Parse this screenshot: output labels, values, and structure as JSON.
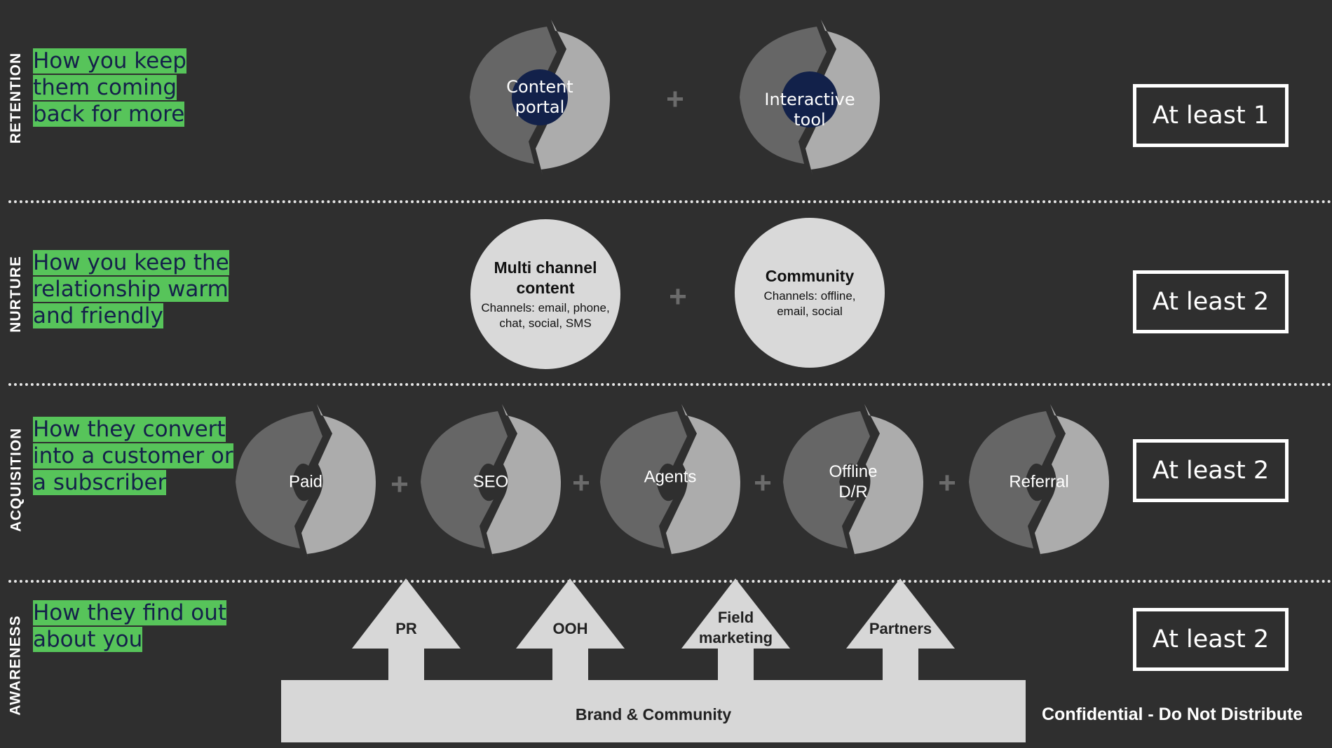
{
  "rows": {
    "retention": {
      "label": "RETENTION",
      "description": "How you keep them coming back for more",
      "requirement": "At least 1",
      "items": [
        "Content portal",
        "Interactive tool"
      ]
    },
    "nurture": {
      "label": "NURTURE",
      "description": "How you keep the relationship warm and friendly",
      "requirement": "At least 2",
      "items": [
        {
          "title": "Multi channel content",
          "channels": "Channels: email, phone, chat, social, SMS"
        },
        {
          "title": "Community",
          "channels": "Channels: offline, email, social"
        }
      ]
    },
    "acquisition": {
      "label": "ACQUISITION",
      "description": "How they convert into a customer or a subscriber",
      "requirement": "At least 2",
      "items": [
        "Paid",
        "SEO",
        "Agents",
        "Offline D/R",
        "Referral"
      ]
    },
    "awareness": {
      "label": "AWARENESS",
      "description": "How they find out about you",
      "requirement": "At least 2",
      "items": [
        "PR",
        "OOH",
        "Field marketing",
        "Partners"
      ],
      "base": "Brand & Community"
    }
  },
  "plus_symbol": "+",
  "footer": "Confidential - Do Not Distribute",
  "colors": {
    "highlight": "#57c45a",
    "background": "#2f2f2f",
    "cycle_dark": "#666666",
    "cycle_light": "#acacac",
    "core": "#12214a"
  }
}
